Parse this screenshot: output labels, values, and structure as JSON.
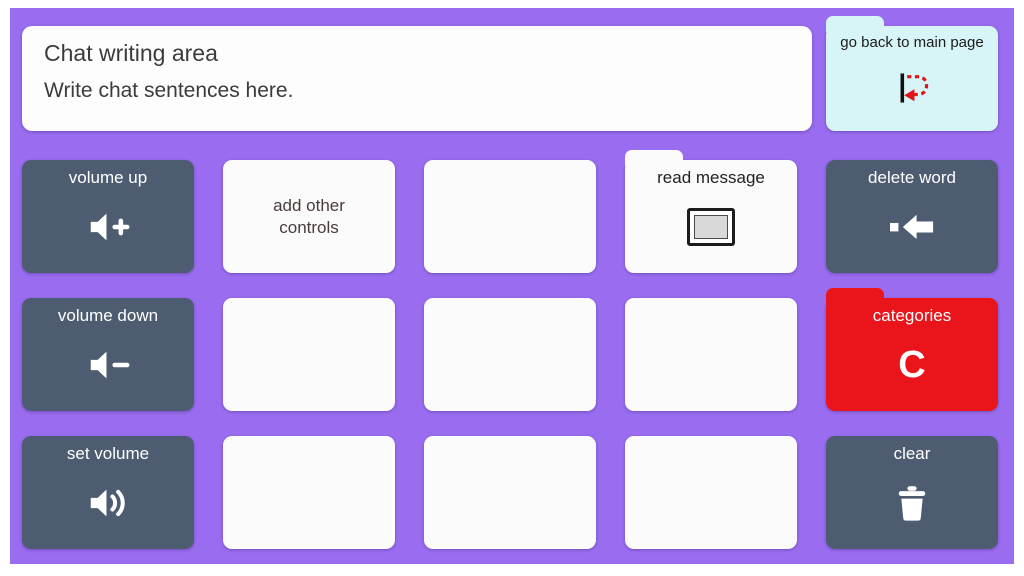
{
  "colors": {
    "background": "#9a6df0",
    "dark_button": "#4e5c72",
    "red_button": "#e9151b",
    "cyan_button": "#d7f4f7",
    "white_button": "#fbfbfb"
  },
  "chat_area": {
    "line1": "Chat writing area",
    "line2": "Write chat sentences here."
  },
  "back_button": {
    "label": "go back to main page",
    "icon": "return-arrow-icon"
  },
  "cells": [
    {
      "label": "volume up",
      "icon": "volume-up-icon"
    },
    {
      "label": "add other controls",
      "icon": ""
    },
    {
      "label": "",
      "icon": ""
    },
    {
      "label": "read message",
      "icon": "display-icon"
    },
    {
      "label": "delete word",
      "icon": "backspace-icon"
    },
    {
      "label": "volume down",
      "icon": "volume-down-icon"
    },
    {
      "label": "",
      "icon": ""
    },
    {
      "label": "",
      "icon": ""
    },
    {
      "label": "",
      "icon": ""
    },
    {
      "label": "categories",
      "icon": "letter-c-icon"
    },
    {
      "label": "set volume",
      "icon": "volume-on-icon"
    },
    {
      "label": "",
      "icon": ""
    },
    {
      "label": "",
      "icon": ""
    },
    {
      "label": "",
      "icon": ""
    },
    {
      "label": "clear",
      "icon": "trash-icon"
    }
  ]
}
